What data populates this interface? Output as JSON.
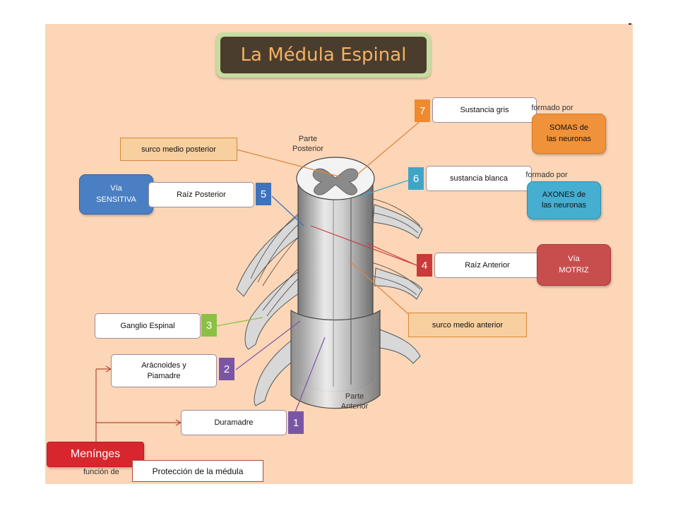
{
  "title": "La Médula Espinal",
  "labels": {
    "parte_posterior": "Parte\nPosterior",
    "parte_anterior": "Parte\nAnterior",
    "formado_por_1": "formado por",
    "formado_por_2": "formado por",
    "funcion_de": "función de"
  },
  "parts": [
    {
      "number": "1",
      "label": "Duramadre",
      "color": "#7a55a6"
    },
    {
      "number": "2",
      "label": "Arácnoides y\nPiamadre",
      "color": "#7a55a6"
    },
    {
      "number": "3",
      "label": "Ganglio Espinal",
      "color": "#8cc045"
    },
    {
      "number": "4",
      "label": "Raíz Anterior",
      "color": "#c93a3a"
    },
    {
      "number": "5",
      "label": "Raíz Posterior",
      "color": "#3e72bd"
    },
    {
      "number": "6",
      "label": "sustancia blanca",
      "color": "#3ea5c9"
    },
    {
      "number": "7",
      "label": "Sustancia gris",
      "color": "#f08a2c"
    }
  ],
  "surcos": {
    "posterior": "surco medio posterior",
    "anterior": "surco medio anterior"
  },
  "vias": {
    "sensitiva": "Vía\nSENSITIVA",
    "motriz": "Vía\nMOTRIZ"
  },
  "formed": {
    "somas": "SOMAS  de\nlas neuronas",
    "axones": "AXONES  de\nlas neuronas"
  },
  "meninges": {
    "label": "Menínges",
    "function": "Protección de la médula"
  },
  "colors": {
    "background": "#fcd6b6",
    "title_bg": "#4a3d2e",
    "title_text": "#f4b163",
    "meninges": "#d8262e",
    "somas": "#f0923a",
    "axones": "#46aed0",
    "sensitiva": "#4a7fc4",
    "motriz": "#c84e4e"
  }
}
